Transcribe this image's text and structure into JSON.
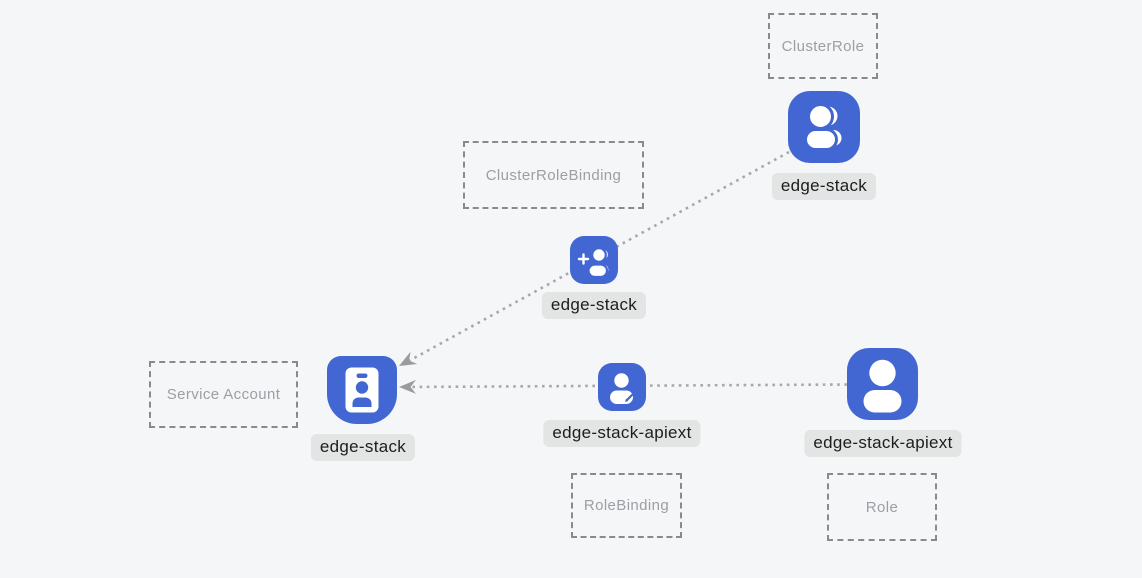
{
  "diagram": {
    "title": "Kubernetes RBAC resources diagram",
    "colors": {
      "canvas_bg": "#f5f6f7",
      "icon_blue": "#4267d2",
      "line_gray": "#a8a8a8",
      "arrow_gray": "#9b9b9b",
      "dashed_border": "#8a8a8a",
      "box_label": "#9aa0a5",
      "chip_bg": "#e3e4e4",
      "chip_text": "#1d1d1f"
    },
    "type_boxes": [
      {
        "label": "ClusterRole"
      },
      {
        "label": "ClusterRoleBinding"
      },
      {
        "label": "Service Account"
      },
      {
        "label": "RoleBinding"
      },
      {
        "label": "Role"
      }
    ],
    "nodes": [
      {
        "label": "edge-stack",
        "icon": "users-icon",
        "type": "ClusterRole"
      },
      {
        "label": "edge-stack",
        "icon": "user-plus-icon",
        "type": "ClusterRoleBinding"
      },
      {
        "label": "edge-stack",
        "icon": "id-badge-icon",
        "type": "Service Account"
      },
      {
        "label": "edge-stack-apiext",
        "icon": "user-edit-icon",
        "type": "RoleBinding"
      },
      {
        "label": "edge-stack-apiext",
        "icon": "user-icon",
        "type": "Role"
      }
    ],
    "edges": [
      {
        "from": "edge-stack (ClusterRole)",
        "via": "edge-stack (ClusterRoleBinding)",
        "to": "edge-stack (Service Account)",
        "style": "dotted-arrow"
      },
      {
        "from": "edge-stack-apiext (Role)",
        "via": "edge-stack-apiext (RoleBinding)",
        "to": "edge-stack (Service Account)",
        "style": "dotted-arrow"
      }
    ]
  }
}
